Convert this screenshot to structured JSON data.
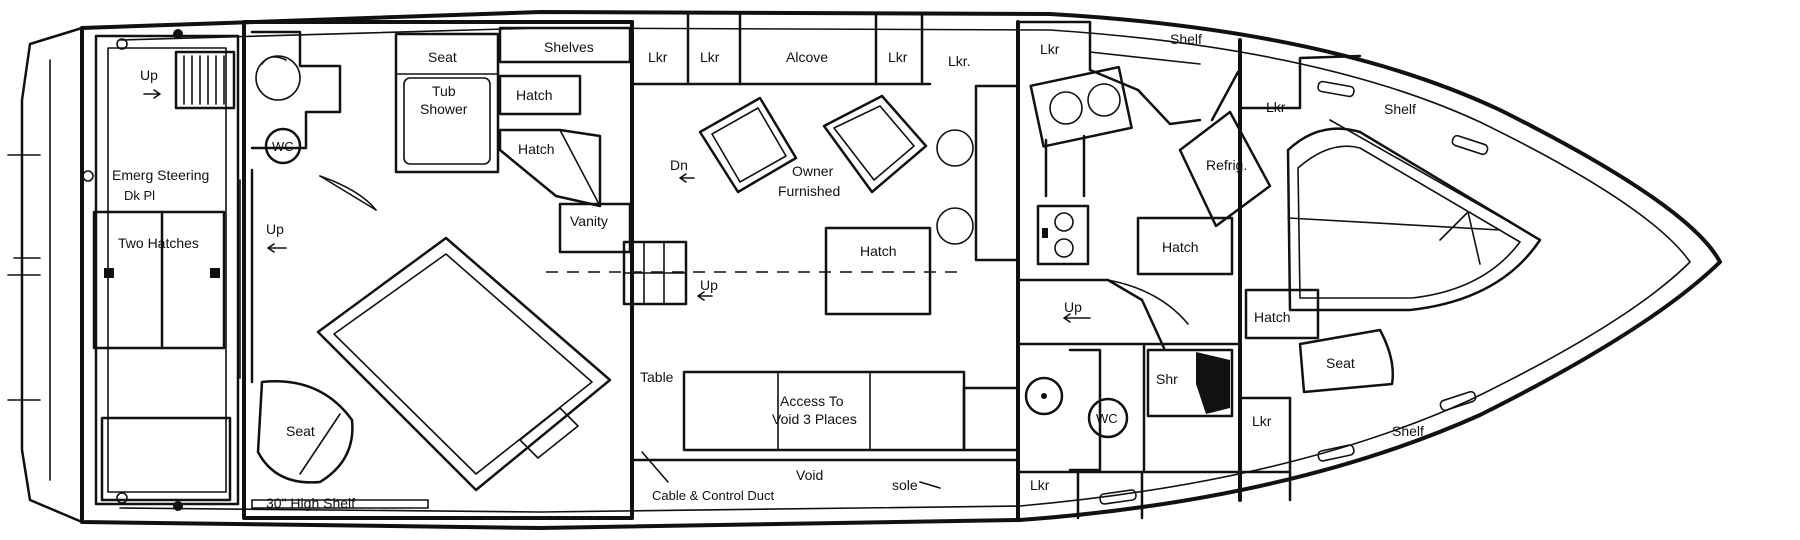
{
  "labels": {
    "up_aft": "Up",
    "emerg_steering": "Emerg Steering",
    "dk_pl": "Dk Pl",
    "two_hatches": "Two Hatches",
    "up_master": "Up",
    "seat_tub": "Seat",
    "tub_shower_1": "Tub",
    "tub_shower_2": "Shower",
    "wc_master": "WC",
    "shelves": "Shelves",
    "hatch_top": "Hatch",
    "hatch_stair": "Hatch",
    "vanity": "Vanity",
    "seat_master": "Seat",
    "high_shelf": "30\" High Shelf",
    "lkr_1": "Lkr",
    "lkr_2": "Lkr",
    "alcove": "Alcove",
    "lkr_3": "Lkr",
    "lkr_4": "Lkr.",
    "dn": "Dn",
    "owner": "Owner",
    "furnished": "Furnished",
    "hatch_salon": "Hatch",
    "up_salon": "Up",
    "table": "Table",
    "access_1": "Access To",
    "access_2": "Void 3 Places",
    "void": "Void",
    "sole": "sole",
    "cable_duct": "Cable & Control Duct",
    "lkr_galley": "Lkr",
    "shelf_top": "Shelf",
    "refrig": "Refrig.",
    "hatch_galley": "Hatch",
    "up_fwd": "Up",
    "shr": "Shr",
    "wc_fwd": "WC",
    "lkr_bottom": "Lkr",
    "lkr_vberth": "Lkr",
    "shelf_vberth": "Shelf",
    "hatch_vberth": "Hatch",
    "seat_vberth": "Seat",
    "lkr_vberth_low": "Lkr",
    "shelf_bottom": "Shelf"
  }
}
